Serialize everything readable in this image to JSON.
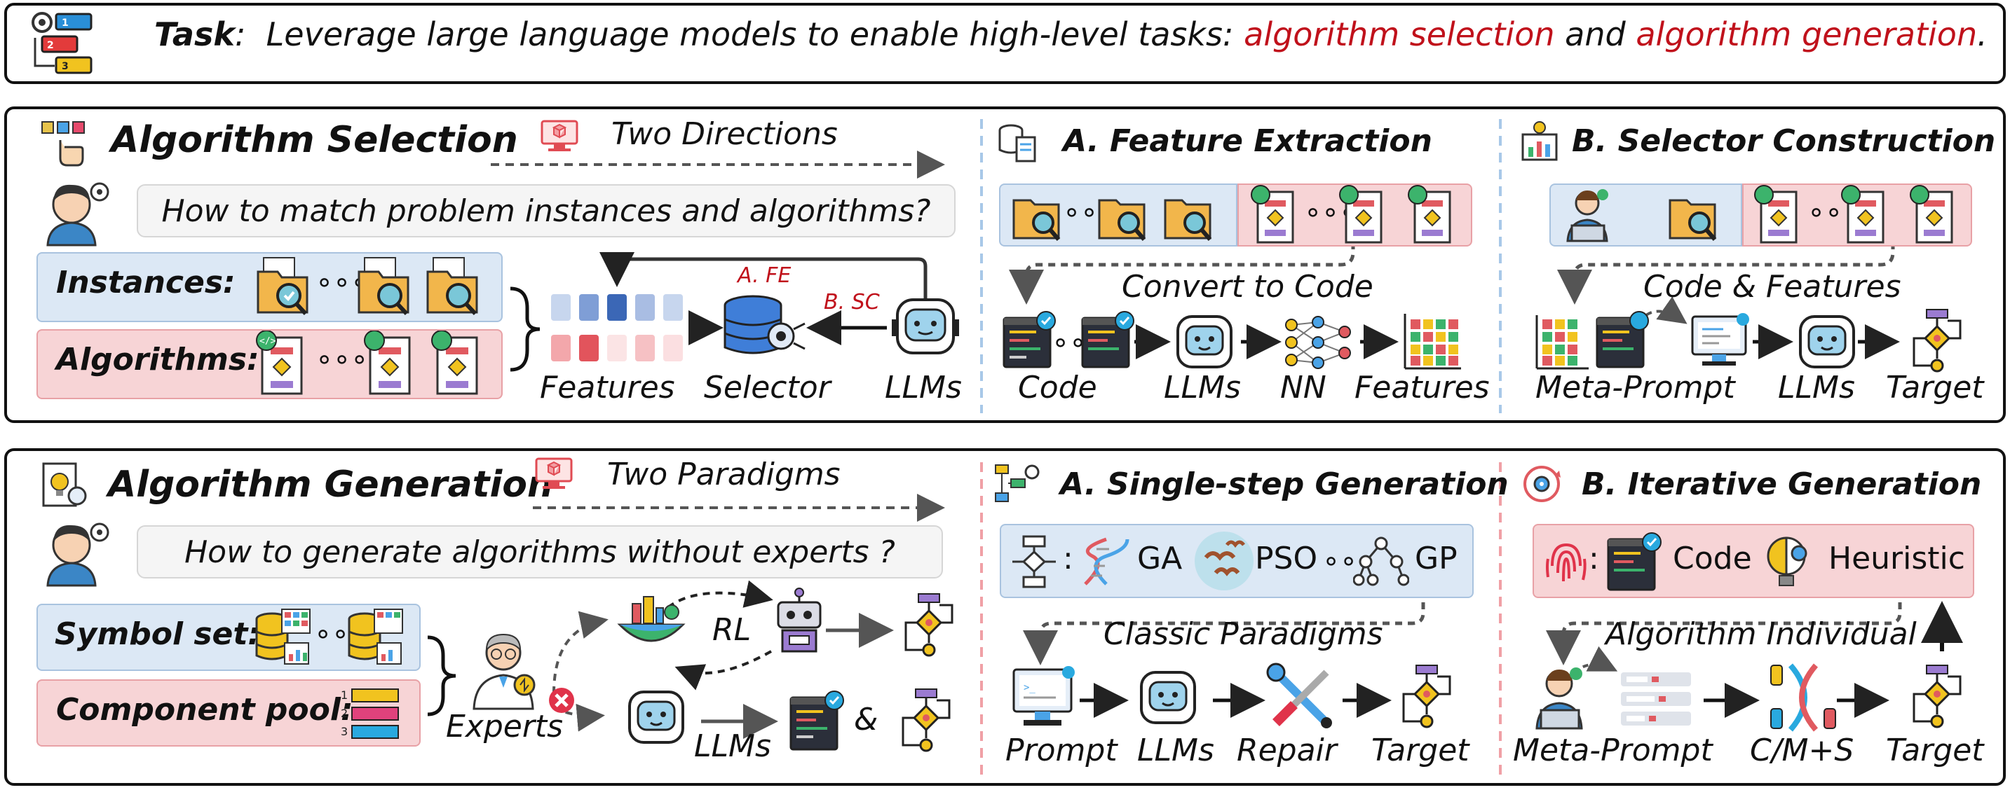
{
  "task": {
    "label": "Task",
    "colon": ":",
    "text_pre": "  Leverage large language models to enable high-level tasks: ",
    "highlight_1": "algorithm selection",
    "text_mid": " and ",
    "highlight_2": "algorithm generation",
    "text_post": "."
  },
  "selection": {
    "title": "Algorithm Selection",
    "directions": "Two Directions",
    "question": "How to match problem instances and algorithms?",
    "instances_label": "Instances",
    "algorithms_label": "Algorithms",
    "features": "Features",
    "selector": "Selector",
    "llms": "LLMs",
    "fe_tag": "A. FE",
    "sc_tag": "B. SC",
    "feature_extraction": {
      "title": "A. Feature Extraction",
      "convert": "Convert to Code",
      "code": "Code",
      "llms": "LLMs",
      "nn": "NN",
      "features": "Features"
    },
    "selector_construction": {
      "title": "B. Selector Construction",
      "code_features": "Code & Features",
      "meta_prompt": "Meta-Prompt",
      "llms": "LLMs",
      "target": "Target"
    }
  },
  "generation": {
    "title": "Algorithm Generation",
    "paradigms": "Two Paradigms",
    "question": "How to generate algorithms without experts ?",
    "symbol_set": "Symbol set",
    "component_pool": "Component pool",
    "experts": "Experts",
    "rl": "RL",
    "llms": "LLMs",
    "amp": "&",
    "single_step": {
      "title": "A. Single-step Generation",
      "ga": "GA",
      "pso": "PSO",
      "gp": "GP",
      "classic": "Classic Paradigms",
      "prompt": "Prompt",
      "llms": "LLMs",
      "repair": "Repair",
      "target": "Target"
    },
    "iterative": {
      "title": "B. Iterative Generation",
      "code": "Code",
      "heuristic": "Heuristic",
      "individual": "Algorithm Individual",
      "meta_prompt": "Meta-Prompt",
      "cms": "C/M+S",
      "target": "Target"
    }
  },
  "colors": {
    "red_highlight": "#c0111b",
    "blue_fill": "#dce8f5",
    "pink_fill": "#f7d4d6",
    "panel_border": "#111111",
    "pink_panel": "#fff5f5"
  }
}
